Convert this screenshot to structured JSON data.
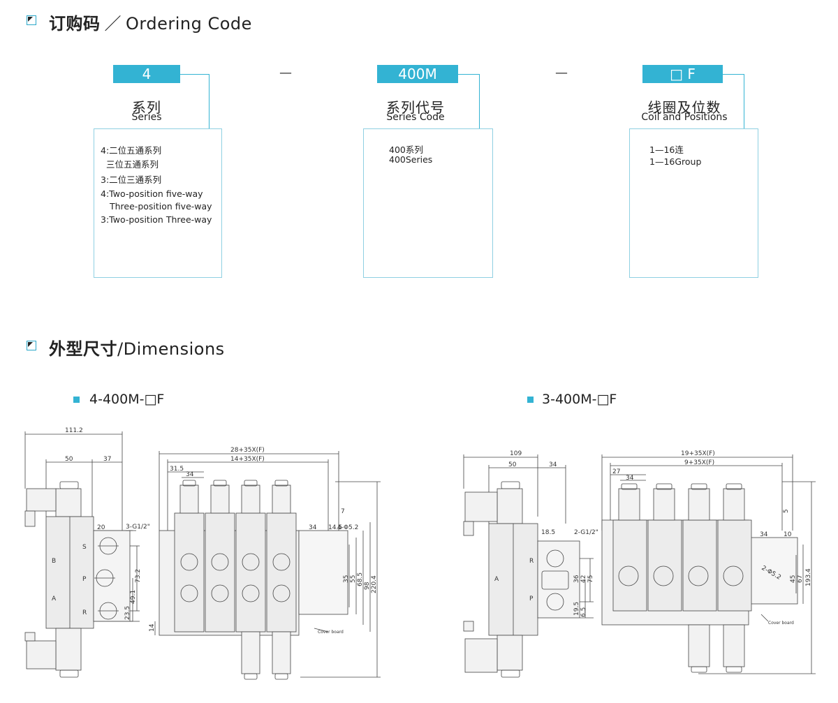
{
  "ordering": {
    "title_cn": "订购码",
    "title_sep": "／",
    "title_en": "Ordering Code",
    "dash": "—",
    "columns": [
      {
        "code": "4",
        "label_cn": "系列",
        "label_en": "Series",
        "lines": [
          "4:二位五通系列",
          "三位五通系列",
          "3:二位三通系列",
          "4:Two-position five-way",
          "Three-position five-way",
          "3:Two-position Three-way"
        ]
      },
      {
        "code": "400M",
        "label_cn": "系列代号",
        "label_en": "Series Code",
        "lines": [
          "400系列",
          "400Series"
        ]
      },
      {
        "code": "□ F",
        "label_cn": "线圈及位数",
        "label_en": "Coil and Positions",
        "lines": [
          "1—16连",
          "1—16Group"
        ]
      }
    ]
  },
  "dimensions": {
    "title_cn": "外型尺寸",
    "title_en": "/Dimensions",
    "left": {
      "title": "4-400M-□F",
      "side": {
        "width_total": "111.2",
        "w1": "50",
        "w2": "37",
        "port_dim": "20",
        "port_label": "3-G1/2\"",
        "h1": "73.2",
        "h2": "49.1",
        "h3": "23.5",
        "ports": [
          "B",
          "A",
          "S",
          "P",
          "R"
        ]
      },
      "front": {
        "w_total": "28+35X(F)",
        "w_inner": "14+35X(F)",
        "w_a": "31.5",
        "w_b": "34",
        "w_c": "34",
        "w_d": "14.5",
        "hole": "4-Φ5.2",
        "v1": "7",
        "v2": "35",
        "v3": "55",
        "v4": "68.5",
        "v5": "98",
        "v6": "220.4",
        "bottom": "14",
        "cover": "Cover board"
      }
    },
    "right": {
      "title": "3-400M-□F",
      "side": {
        "width_total": "109",
        "w1": "50",
        "w2": "34",
        "port_dim": "18.5",
        "port_label": "2-G1/2\"",
        "h1": "36",
        "h2": "42",
        "h3": "75",
        "h4": "19.5",
        "h5": "6.5",
        "ports": [
          "R",
          "A",
          "P"
        ]
      },
      "front": {
        "w_total": "19+35X(F)",
        "w_inner": "9+35X(F)",
        "w_a": "27",
        "w_b": "34",
        "w_c": "34",
        "w_d": "10",
        "hole": "2-Φ5.2",
        "v1": "5",
        "v2": "45",
        "v3": "67",
        "v4": "193.4",
        "cover": "Cover board"
      }
    }
  }
}
